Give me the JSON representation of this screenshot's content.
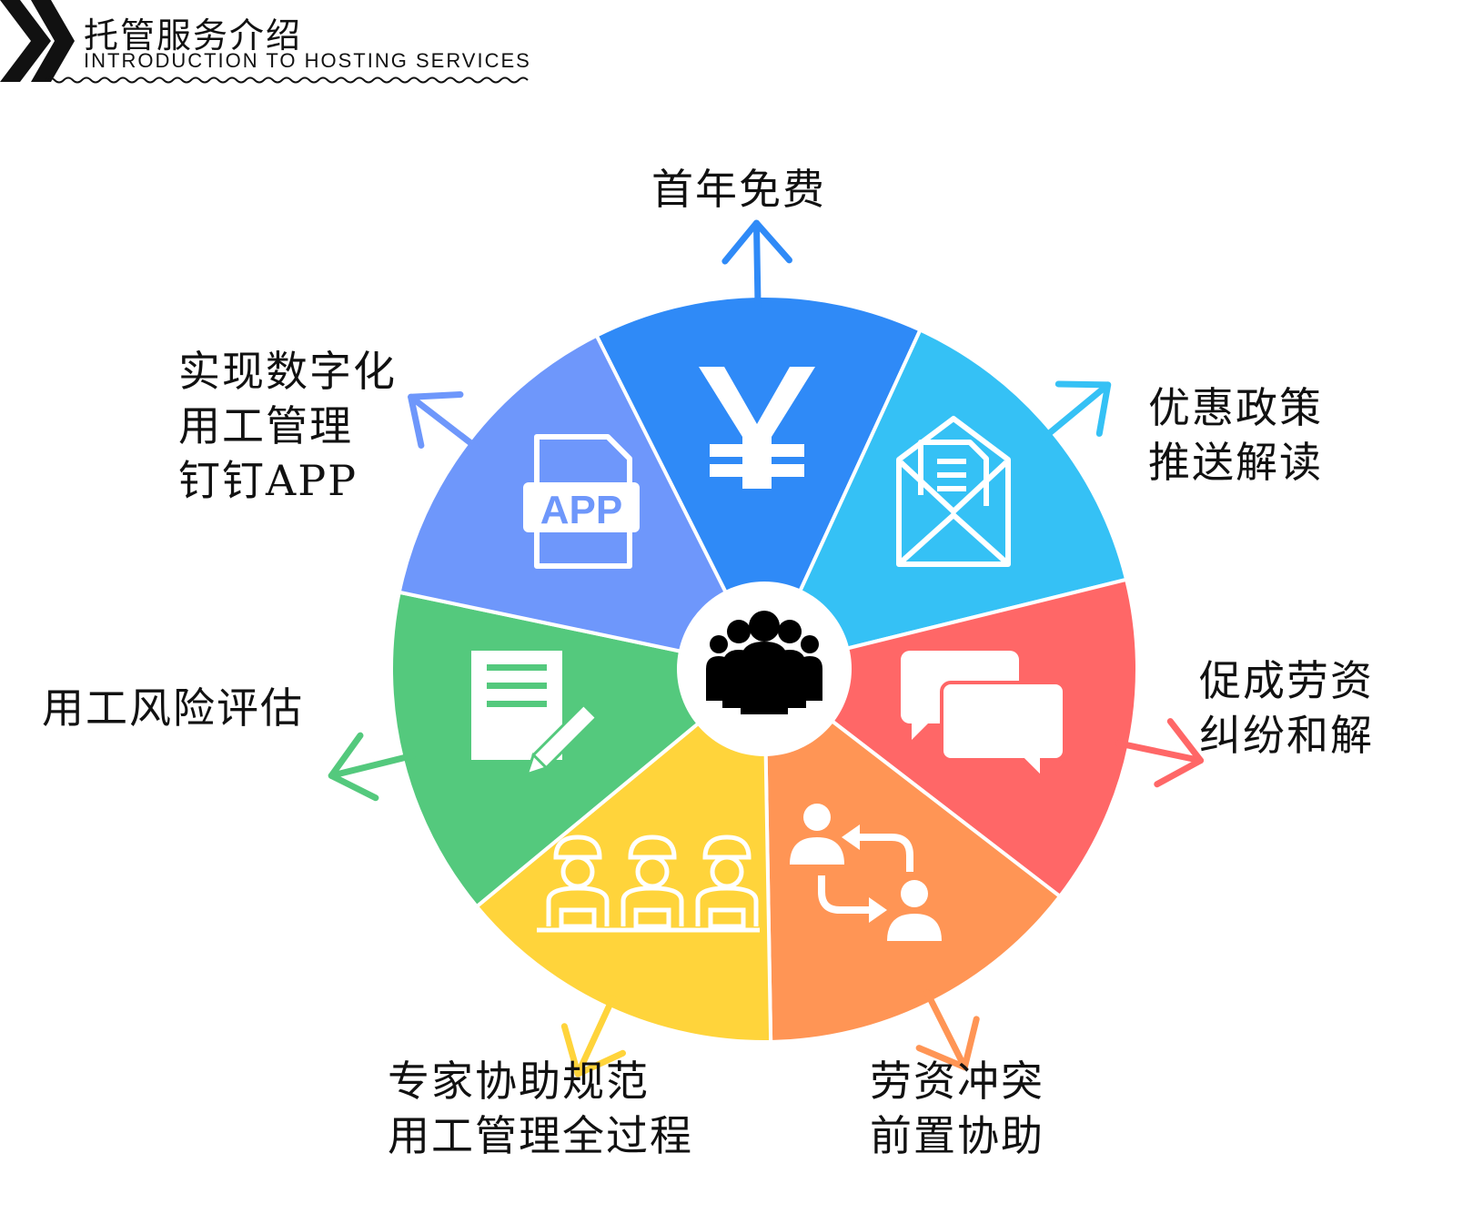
{
  "header": {
    "title": "托管服务介绍",
    "subtitle": "INTRODUCTION TO HOSTING SERVICES"
  },
  "wheel": {
    "center_icon": "group-people-icon",
    "segments": [
      {
        "id": "free",
        "color": "#2F8AF7",
        "icon": "yen-icon",
        "label_lines": [
          "首年免费"
        ]
      },
      {
        "id": "policy",
        "color": "#35C1F5",
        "icon": "envelope-letter-icon",
        "label_lines": [
          "优惠政策",
          "推送解读"
        ]
      },
      {
        "id": "dispute",
        "color": "#FF6767",
        "icon": "chat-bubbles-icon",
        "label_lines": [
          "促成劳资",
          "纠纷和解"
        ]
      },
      {
        "id": "conflict",
        "color": "#FF9555",
        "icon": "people-exchange-icon",
        "label_lines": [
          "劳资冲突",
          "前置协助"
        ]
      },
      {
        "id": "expert",
        "color": "#FFD43B",
        "icon": "workers-group-icon",
        "label_lines": [
          "专家协助规范",
          "用工管理全过程"
        ]
      },
      {
        "id": "risk",
        "color": "#54C97D",
        "icon": "document-pen-icon",
        "label_lines": [
          "用工风险评估"
        ]
      },
      {
        "id": "digital",
        "color": "#6E97FB",
        "icon": "app-file-icon",
        "icon_text": "APP",
        "label_lines": [
          "实现数字化",
          "用工管理",
          "钉钉APP"
        ]
      }
    ]
  }
}
